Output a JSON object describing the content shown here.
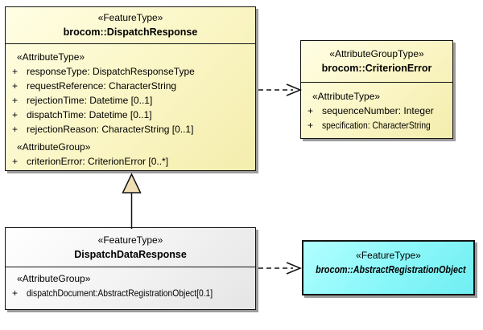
{
  "diagram": {
    "type": "uml-class-diagram",
    "colors": {
      "box_yellow": "#FBF7C9",
      "box_gray_white": "#F3F3F3",
      "box_cyan": "#8CF8FA",
      "border": "#141414",
      "shadow": "#9C9C9C",
      "generalization_triangle_fill": "#F2DEB4"
    },
    "boxes": {
      "dispatch_response": {
        "stereotype": "«FeatureType»",
        "name": "brocom::DispatchResponse",
        "sections": [
          {
            "label": "«AttributeType»",
            "items": [
              {
                "vis": "+",
                "text": "responseType: DispatchResponseType"
              },
              {
                "vis": "+",
                "text": "requestReference: CharacterString"
              },
              {
                "vis": "+",
                "text": "rejectionTime: Datetime [0..1]"
              },
              {
                "vis": "+",
                "text": "dispatchTime: Datetime [0..1]"
              },
              {
                "vis": "+",
                "text": "rejectionReason: CharacterString [0..1]"
              }
            ]
          },
          {
            "label": "«AttributeGroup»",
            "items": [
              {
                "vis": "+",
                "text": "criterionError: CriterionError [0..*]"
              }
            ]
          }
        ]
      },
      "criterion_error": {
        "stereotype": "«AttributeGroupType»",
        "name": "brocom::CriterionError",
        "sections": [
          {
            "label": "«AttributeType»",
            "items": [
              {
                "vis": "+",
                "text": "sequenceNumber: Integer"
              },
              {
                "vis": "+",
                "text": "specification: CharacterString"
              }
            ]
          }
        ]
      },
      "dispatch_data_response": {
        "stereotype": "«FeatureType»",
        "name": "DispatchDataResponse",
        "sections": [
          {
            "label": "«AttributeGroup»",
            "items": [
              {
                "vis": "+",
                "text": "dispatchDocument:AbstractRegistrationObject[0.1]"
              }
            ]
          }
        ]
      },
      "abstract_registration_object": {
        "stereotype": "«FeatureType»",
        "name": "brocom::AbstractRegistrationObject"
      }
    },
    "connectors": [
      {
        "type": "dependency",
        "from": "brocom::DispatchResponse",
        "to": "brocom::CriterionError",
        "style": "dashed, open arrowhead"
      },
      {
        "type": "generalization",
        "from": "DispatchDataResponse",
        "to": "brocom::DispatchResponse",
        "style": "solid, hollow triangle"
      },
      {
        "type": "dependency",
        "from": "DispatchDataResponse",
        "to": "brocom::AbstractRegistrationObject",
        "style": "dashed, open arrowhead"
      }
    ]
  }
}
